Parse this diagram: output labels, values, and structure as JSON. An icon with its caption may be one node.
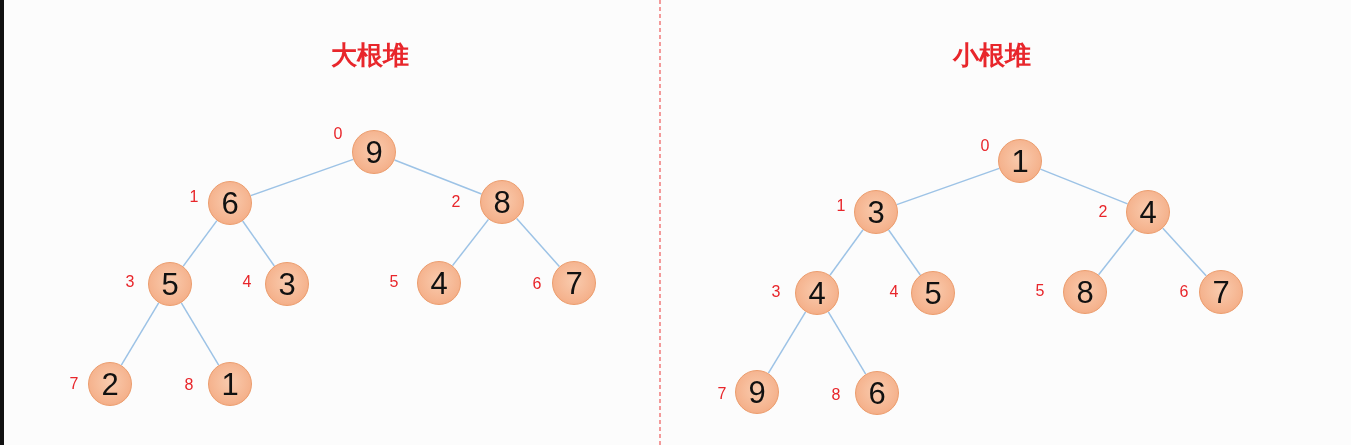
{
  "diagram": {
    "nodes": [
      {
        "text": [
          "9"
        ],
        "beside": [
          "0"
        ]
      },
      {
        "text": [
          "6"
        ],
        "beside": [
          "1"
        ]
      },
      {
        "text": [
          "8"
        ],
        "beside": [
          "2"
        ]
      },
      {
        "text": [
          "5"
        ],
        "beside": [
          "3"
        ]
      },
      {
        "text": [
          "3"
        ],
        "beside": [
          "4"
        ]
      },
      {
        "text": [
          "4"
        ],
        "beside": [
          "5"
        ]
      },
      {
        "text": [
          "7"
        ],
        "beside": [
          "6"
        ]
      },
      {
        "text": [
          "2"
        ],
        "beside": [
          "7"
        ]
      },
      {
        "text": [
          "1"
        ],
        "beside": [
          "8"
        ]
      },
      {
        "text": [
          "1"
        ],
        "beside": [
          "0"
        ]
      },
      {
        "text": [
          "3"
        ],
        "beside": [
          "1"
        ]
      },
      {
        "text": [
          "4"
        ],
        "beside": [
          "2"
        ]
      },
      {
        "text": [
          "4"
        ],
        "beside": [
          "3"
        ]
      },
      {
        "text": [
          "5"
        ],
        "beside": [
          "4"
        ]
      },
      {
        "text": [
          "8"
        ],
        "beside": [
          "5"
        ]
      },
      {
        "text": [
          "7"
        ],
        "beside": [
          "6"
        ]
      },
      {
        "text": [
          "9"
        ],
        "beside": [
          "7"
        ]
      },
      {
        "text": [
          "6"
        ],
        "beside": [
          "8"
        ]
      }
    ],
    "edges": [
      {
        "from": 0,
        "to": 1,
        "arrow": "none"
      },
      {
        "from": 0,
        "to": 2,
        "arrow": "none"
      },
      {
        "from": 1,
        "to": 3,
        "arrow": "none"
      },
      {
        "from": 1,
        "to": 4,
        "arrow": "none"
      },
      {
        "from": 2,
        "to": 5,
        "arrow": "none"
      },
      {
        "from": 2,
        "to": 6,
        "arrow": "none"
      },
      {
        "from": 3,
        "to": 7,
        "arrow": "none"
      },
      {
        "from": 3,
        "to": 8,
        "arrow": "none"
      },
      {
        "from": 9,
        "to": 10,
        "arrow": "none"
      },
      {
        "from": 9,
        "to": 11,
        "arrow": "none"
      },
      {
        "from": 10,
        "to": 12,
        "arrow": "none"
      },
      {
        "from": 10,
        "to": 13,
        "arrow": "none"
      },
      {
        "from": 11,
        "to": 14,
        "arrow": "none"
      },
      {
        "from": 11,
        "to": 15,
        "arrow": "none"
      },
      {
        "from": 12,
        "to": 16,
        "arrow": "none"
      },
      {
        "from": 12,
        "to": 17,
        "arrow": "none"
      }
    ],
    "labels": [
      "大根堆",
      "小根堆"
    ]
  }
}
